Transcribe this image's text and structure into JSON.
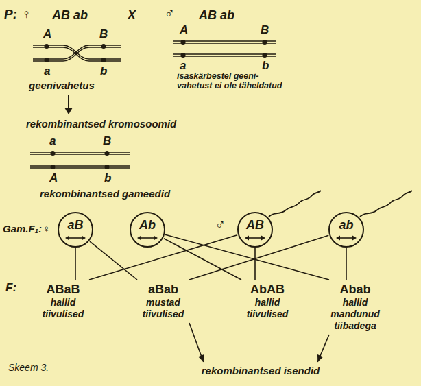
{
  "diagram": {
    "nodes": [
      {
        "text": [
          "aB"
        ]
      },
      {
        "text": [
          "Ab"
        ]
      },
      {
        "text": [
          "AB"
        ]
      },
      {
        "text": [
          "ab"
        ]
      },
      {
        "text": [
          "ABaB",
          "hallid tiivulised"
        ]
      },
      {
        "text": [
          "aBab",
          "mustad tiivulised"
        ]
      },
      {
        "text": [
          "AbAB",
          "hallid tiivulised"
        ]
      },
      {
        "text": [
          "Abab",
          "hallid mandunud tiibadega"
        ]
      },
      {
        "text": [
          "rekombinantsed isendid"
        ]
      }
    ],
    "edges": [
      {
        "from": 0,
        "to": 4,
        "arrow": "none"
      },
      {
        "from": 0,
        "to": 5,
        "arrow": "none"
      },
      {
        "from": 1,
        "to": 6,
        "arrow": "none"
      },
      {
        "from": 1,
        "to": 7,
        "arrow": "none"
      },
      {
        "from": 2,
        "to": 4,
        "arrow": "none"
      },
      {
        "from": 2,
        "to": 6,
        "arrow": "none"
      },
      {
        "from": 3,
        "to": 5,
        "arrow": "none"
      },
      {
        "from": 3,
        "to": 7,
        "arrow": "none"
      },
      {
        "from": 5,
        "to": 8,
        "arrow": "to"
      },
      {
        "from": 7,
        "to": 8,
        "arrow": "to"
      }
    ],
    "labels": [
      "P: ♀",
      "AB ab",
      "X",
      "♂",
      "AB ab",
      "A",
      "B",
      "a",
      "b",
      "geenivahetus",
      "A",
      "B",
      "a",
      "b",
      "isaskärbestel geeni- vahetust ei ole täheldatud",
      "rekombinantsed kromosoomid",
      "a",
      "B",
      "A",
      "b",
      "rekombinantsed gameedid",
      "Gam.F₁:♀",
      "♂",
      "F:",
      "Skeem 3."
    ]
  }
}
